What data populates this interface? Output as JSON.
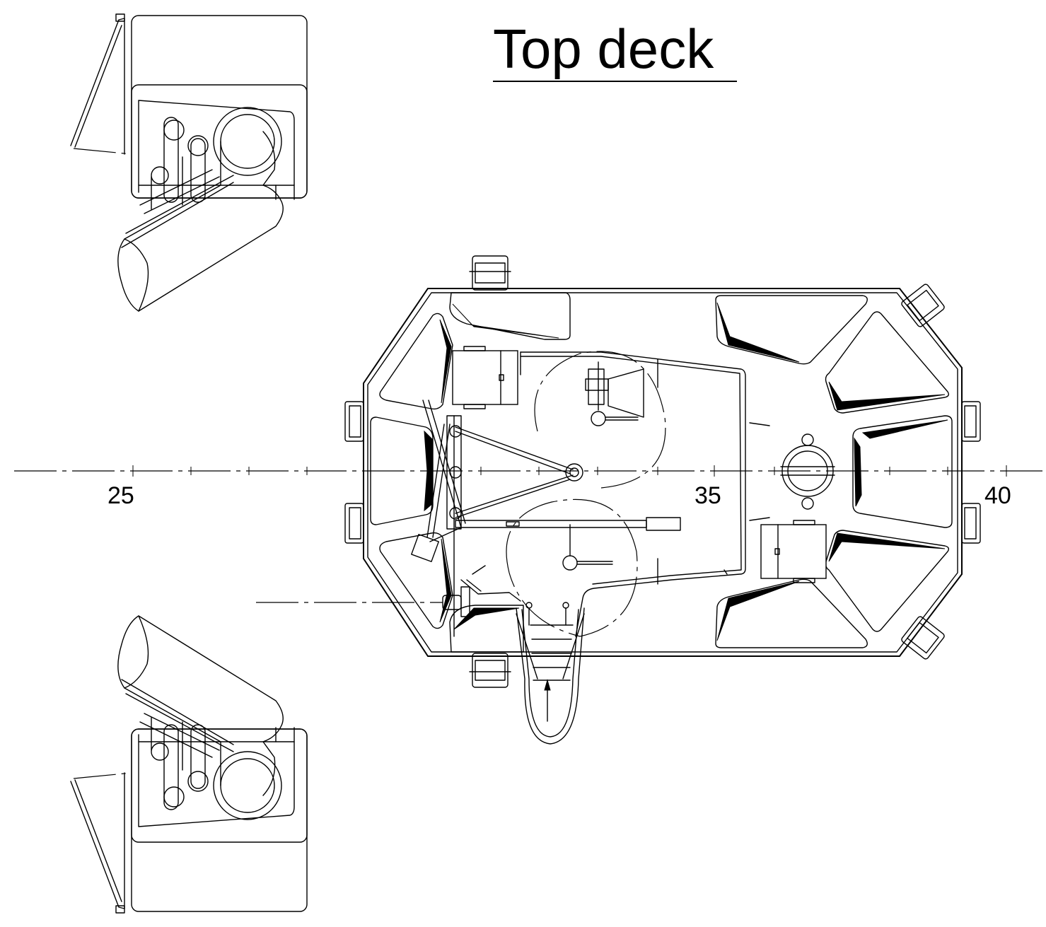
{
  "title": "Top deck",
  "frame_labels": [
    "25",
    "35",
    "40"
  ],
  "colors": {
    "line": "#000000",
    "background": "#ffffff"
  }
}
